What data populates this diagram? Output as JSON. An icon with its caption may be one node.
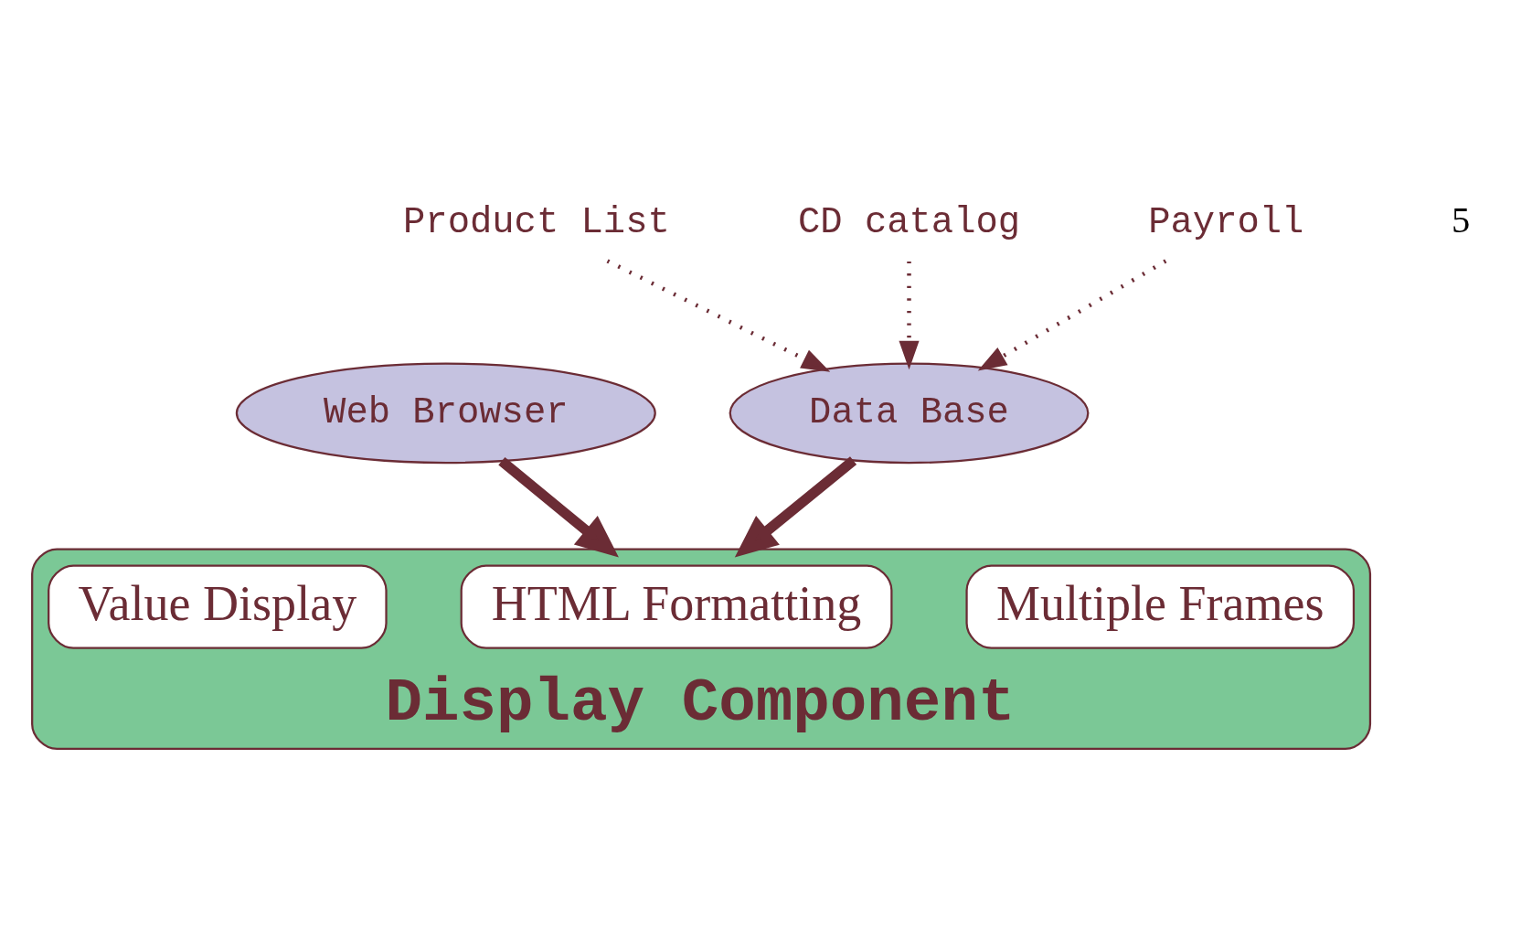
{
  "diagram": {
    "nodes": [
      {
        "text": [
          "Web Browser"
        ]
      },
      {
        "text": [
          "Data Base"
        ]
      },
      {
        "text": [
          "Display Component"
        ]
      },
      {
        "text": [
          "HTML Formatting"
        ],
        "in": 2
      },
      {
        "text": [
          "Multiple Frames"
        ],
        "in": 2
      },
      {
        "text": [
          "Value Display"
        ],
        "in": 2
      },
      {
        "text": [
          "Product List"
        ]
      },
      {
        "text": [
          "CD catalog"
        ]
      },
      {
        "text": [
          "Payroll"
        ]
      }
    ],
    "edges": [
      {
        "from": 6,
        "to": 1,
        "arrow": "to",
        "style": "dashed"
      },
      {
        "from": 7,
        "to": 1,
        "arrow": "to",
        "style": "dashed"
      },
      {
        "from": 8,
        "to": 1,
        "arrow": "to",
        "style": "dashed"
      },
      {
        "from": 0,
        "to": 2,
        "arrow": "to",
        "style": "thick"
      },
      {
        "from": 1,
        "to": 2,
        "arrow": "to",
        "style": "thick"
      }
    ],
    "labels": [
      "5"
    ]
  }
}
